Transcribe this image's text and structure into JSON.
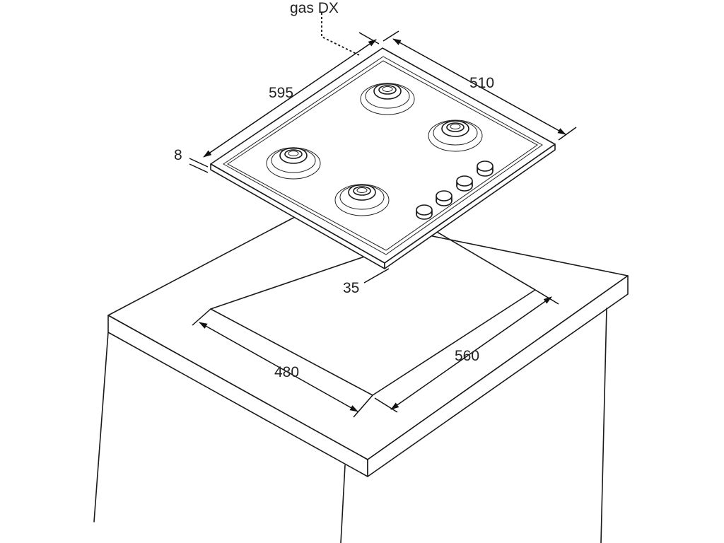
{
  "labels": {
    "gas": "gas DX",
    "width": "595",
    "depth": "510",
    "thickness": "8",
    "height": "35",
    "cutout_depth": "480",
    "cutout_width": "560"
  }
}
